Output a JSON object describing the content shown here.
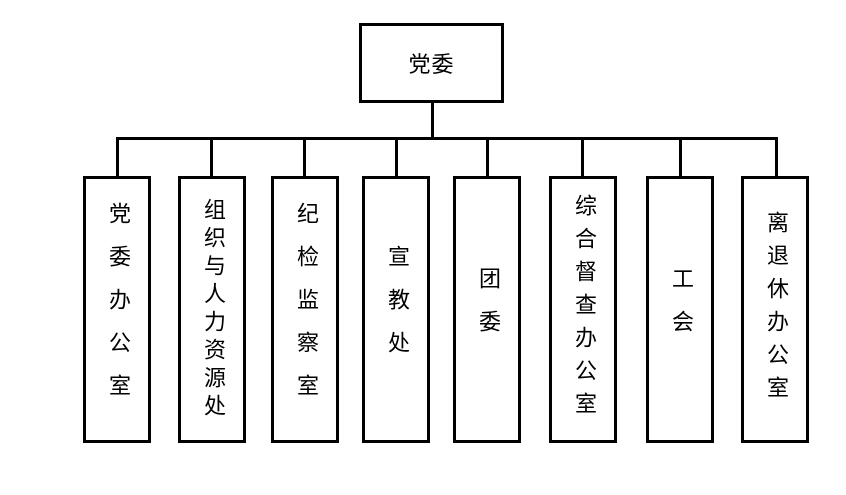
{
  "root": {
    "label": "党委"
  },
  "children": [
    {
      "label": "党委办公室"
    },
    {
      "label": "组织与人力资源处"
    },
    {
      "label": "纪检监察室"
    },
    {
      "label": "宣教处"
    },
    {
      "label": "团委"
    },
    {
      "label": "综合督查办公室"
    },
    {
      "label": "工会"
    },
    {
      "label": "离退休办公室"
    }
  ]
}
